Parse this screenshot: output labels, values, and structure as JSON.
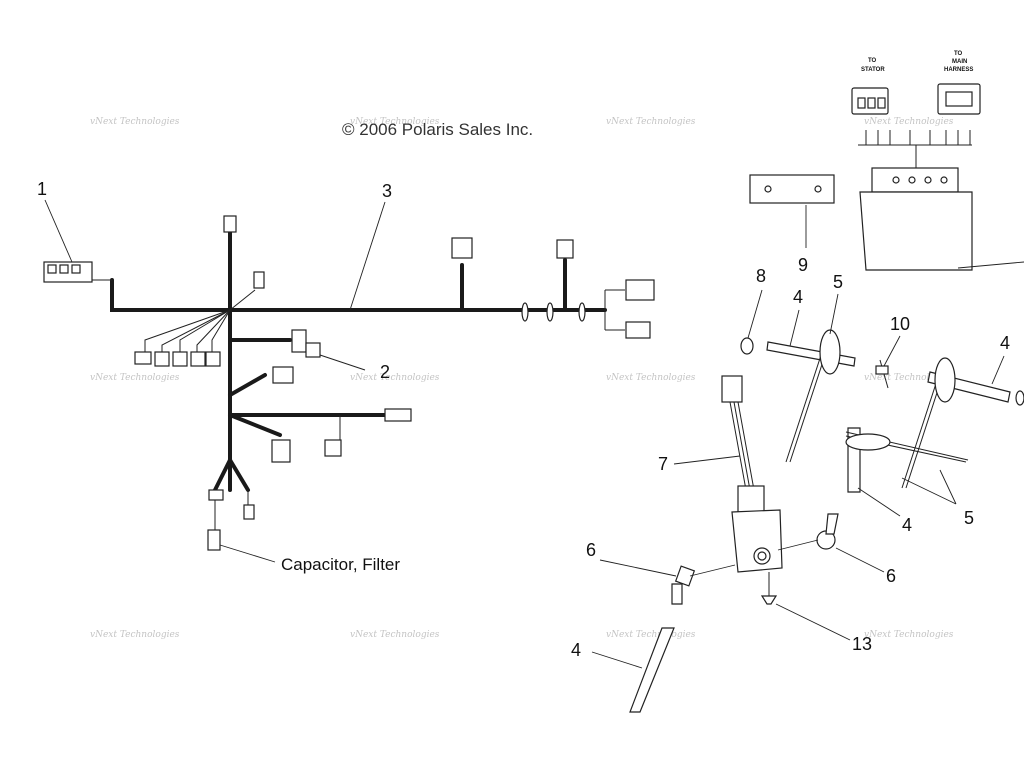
{
  "copyright": "© 2006 Polaris Sales Inc.",
  "watermark": "vNext Technologies",
  "capacitor_label": "Capacitor, Filter",
  "connector_labels": {
    "to_stator": [
      "TO",
      "STATOR"
    ],
    "to_main_harness": [
      "TO",
      "MAIN",
      "HARNESS"
    ]
  },
  "callouts": {
    "c1": "1",
    "c2": "2",
    "c3": "3",
    "c4a": "4",
    "c4b": "4",
    "c4c": "4",
    "c4d": "4",
    "c5a": "5",
    "c5b": "5",
    "c6a": "6",
    "c6b": "6",
    "c7": "7",
    "c8": "8",
    "c9": "9",
    "c10": "10",
    "c13": "13"
  }
}
